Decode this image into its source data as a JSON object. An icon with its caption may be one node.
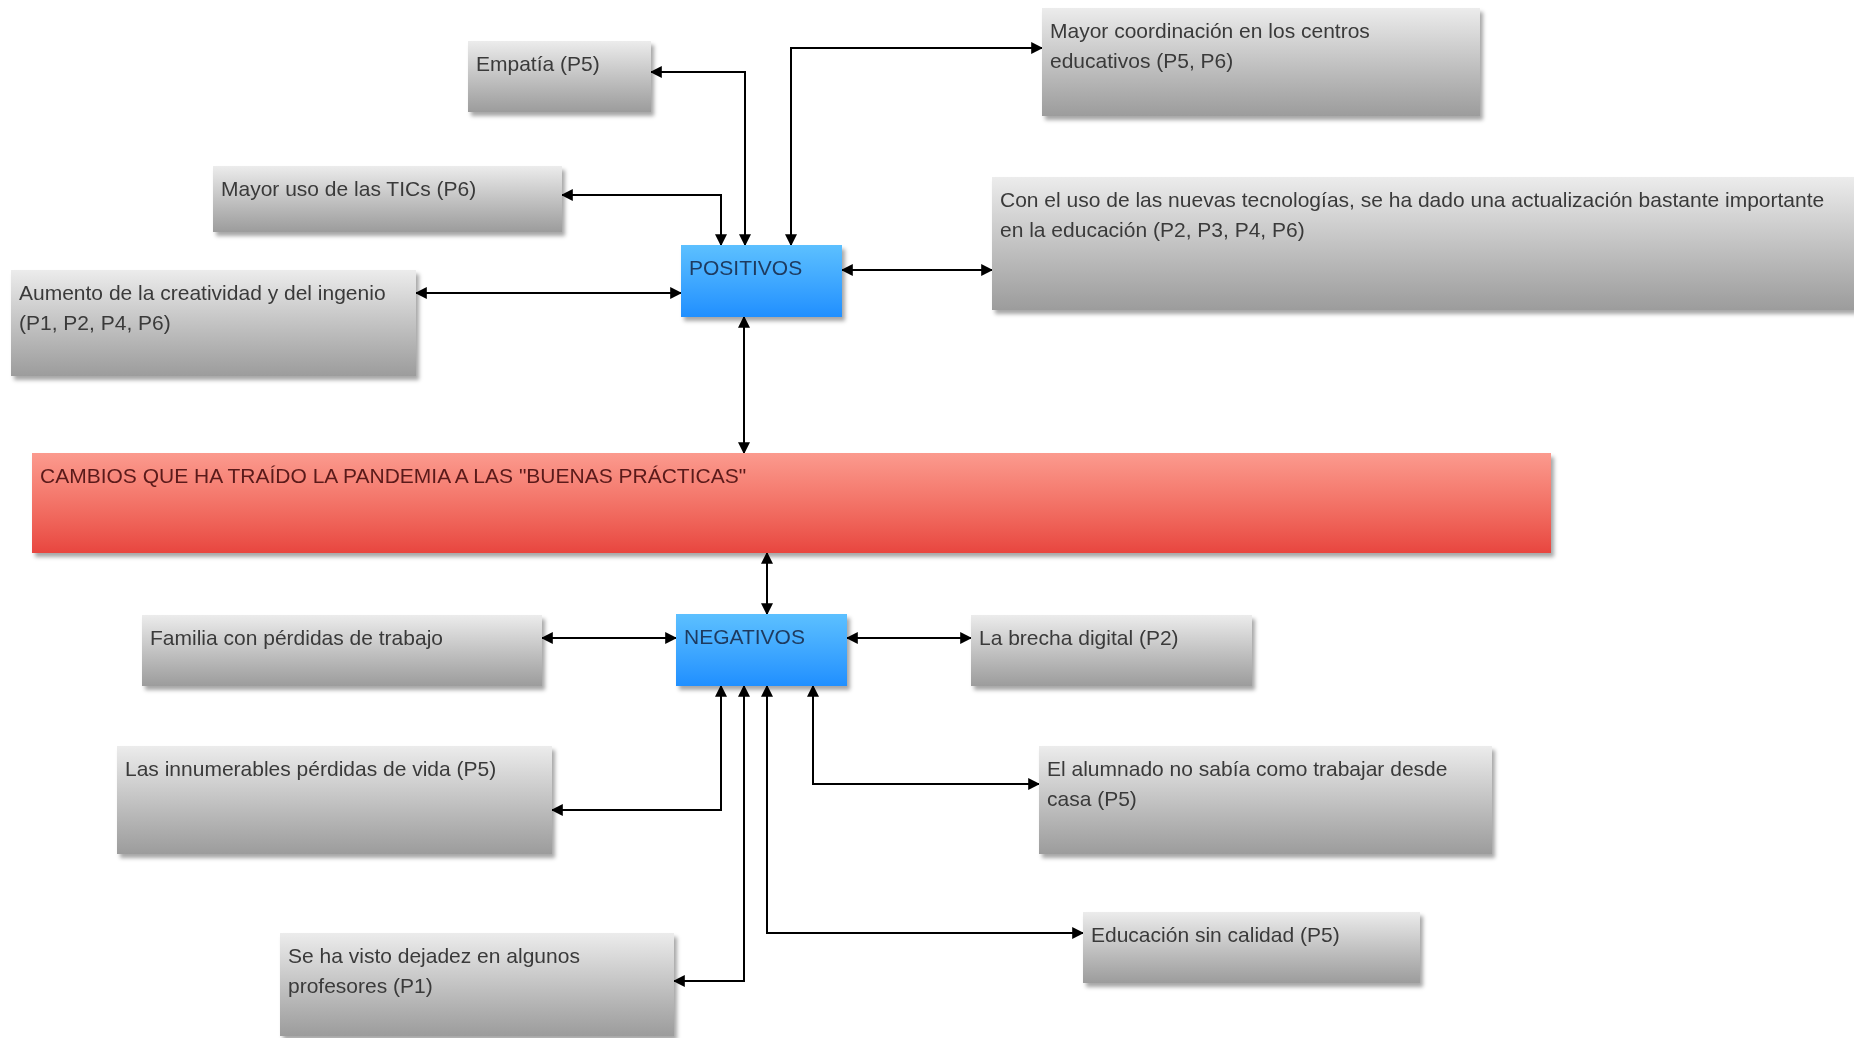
{
  "diagram": {
    "nodes": [
      {
        "text": [
          "POSITIVOS"
        ]
      },
      {
        "text": [
          "Empatía (P5)"
        ]
      },
      {
        "text": [
          "Mayor coordinación en los centros educativos (P5, P6)"
        ]
      },
      {
        "text": [
          "Mayor uso de las TICs  (P6)"
        ]
      },
      {
        "text": [
          "Con el uso de las nuevas tecnologías, se ha dado una actualización bastante importante en la educación (P2, P3, P4, P6)"
        ]
      },
      {
        "text": [
          "Aumento de la creatividad y del ingenio (P1, P2, P4, P6)"
        ]
      },
      {
        "text": [
          "CAMBIOS QUE HA TRAÍDO LA PANDEMIA A LAS \"BUENAS PRÁCTICAS\""
        ]
      },
      {
        "text": [
          "NEGATIVOS"
        ]
      },
      {
        "text": [
          "Familia con pérdidas de trabajo"
        ]
      },
      {
        "text": [
          "La brecha digital (P2)"
        ]
      },
      {
        "text": [
          "Las innumerables pérdidas de vida (P5)"
        ]
      },
      {
        "text": [
          "El alumnado no sabía como trabajar desde casa (P5)"
        ]
      },
      {
        "text": [
          "Se ha visto dejadez en algunos profesores (P1)"
        ]
      },
      {
        "text": [
          "Educación sin calidad (P5)"
        ]
      }
    ],
    "edges": [
      {
        "from": 0,
        "to": 1,
        "arrow": "both"
      },
      {
        "from": 0,
        "to": 2,
        "arrow": "both"
      },
      {
        "from": 0,
        "to": 3,
        "arrow": "both"
      },
      {
        "from": 0,
        "to": 4,
        "arrow": "both"
      },
      {
        "from": 0,
        "to": 5,
        "arrow": "both"
      },
      {
        "from": 6,
        "to": 0,
        "arrow": "both"
      },
      {
        "from": 6,
        "to": 7,
        "arrow": "both"
      },
      {
        "from": 7,
        "to": 8,
        "arrow": "both"
      },
      {
        "from": 7,
        "to": 9,
        "arrow": "both"
      },
      {
        "from": 7,
        "to": 10,
        "arrow": "both"
      },
      {
        "from": 7,
        "to": 12,
        "arrow": "both"
      },
      {
        "from": 7,
        "to": 13,
        "arrow": "both"
      },
      {
        "from": 7,
        "to": 11,
        "arrow": "both"
      }
    ]
  }
}
